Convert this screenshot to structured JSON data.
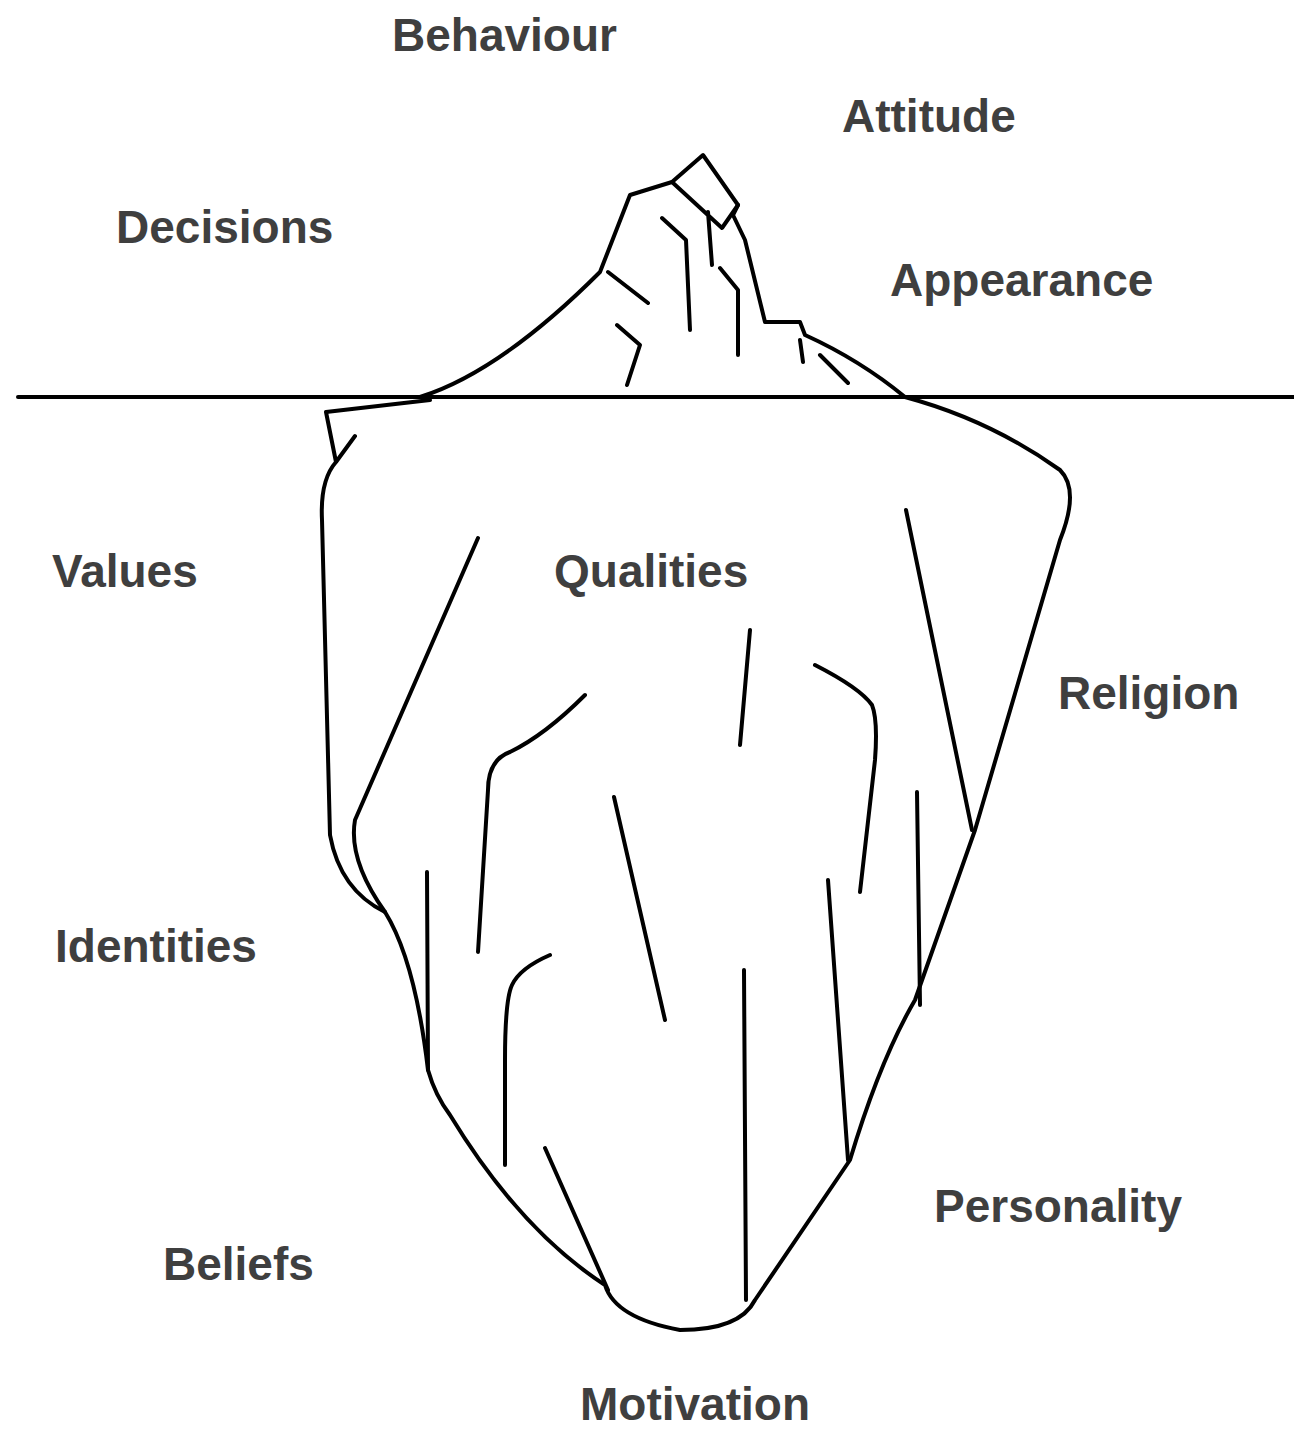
{
  "diagram": {
    "labels": [
      "Behaviour",
      "Attitude",
      "Decisions",
      "Appearance",
      "Values",
      "Qualities",
      "Religion",
      "Identities",
      "Personality",
      "Beliefs",
      "Motivation"
    ]
  }
}
